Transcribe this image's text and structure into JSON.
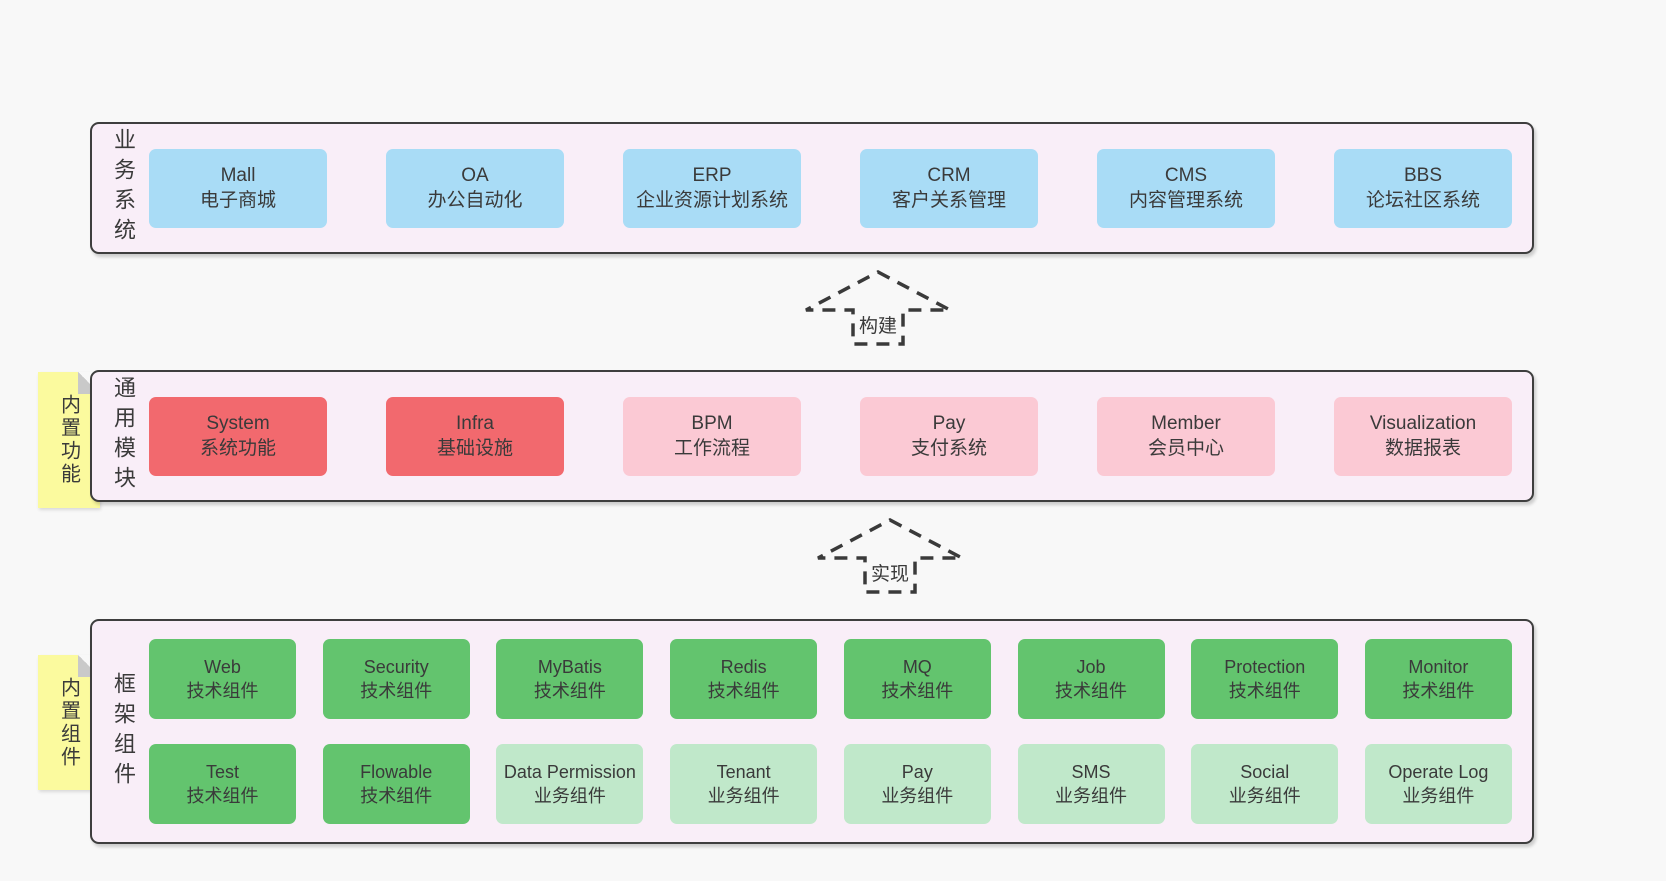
{
  "colors": {
    "page_bg": "#f8f8f8",
    "band_bg": "#f9eef8",
    "band_border": "#3e3e3e",
    "box_text": "#3a3a3a",
    "blue": "#a9dcf6",
    "red": "#f2696e",
    "pink": "#fbc9d4",
    "green": "#63c46e",
    "light_green": "#c0e8ca",
    "sticky_yellow": "#fbfa9e",
    "sticky_fold": "#c9c9c9",
    "arrow": "#3a3a3a"
  },
  "arrows": [
    {
      "label": "构建"
    },
    {
      "label": "实现"
    }
  ],
  "bands": [
    {
      "label": "业务系统",
      "boxes": [
        {
          "title": "Mall",
          "subtitle": "电子商城"
        },
        {
          "title": "OA",
          "subtitle": "办公自动化"
        },
        {
          "title": "ERP",
          "subtitle": "企业资源计划系统"
        },
        {
          "title": "CRM",
          "subtitle": "客户关系管理"
        },
        {
          "title": "CMS",
          "subtitle": "内容管理系统"
        },
        {
          "title": "BBS",
          "subtitle": "论坛社区系统"
        }
      ]
    },
    {
      "label": "通用模块",
      "sticky": "内置功能",
      "boxes": [
        {
          "title": "System",
          "subtitle": "系统功能"
        },
        {
          "title": "Infra",
          "subtitle": "基础设施"
        },
        {
          "title": "BPM",
          "subtitle": "工作流程"
        },
        {
          "title": "Pay",
          "subtitle": "支付系统"
        },
        {
          "title": "Member",
          "subtitle": "会员中心"
        },
        {
          "title": "Visualization",
          "subtitle": "数据报表"
        }
      ]
    },
    {
      "label": "框架组件",
      "sticky": "内置组件",
      "rows": [
        [
          {
            "title": "Web",
            "subtitle": "技术组件"
          },
          {
            "title": "Security",
            "subtitle": "技术组件"
          },
          {
            "title": "MyBatis",
            "subtitle": "技术组件"
          },
          {
            "title": "Redis",
            "subtitle": "技术组件"
          },
          {
            "title": "MQ",
            "subtitle": "技术组件"
          },
          {
            "title": "Job",
            "subtitle": "技术组件"
          },
          {
            "title": "Protection",
            "subtitle": "技术组件"
          },
          {
            "title": "Monitor",
            "subtitle": "技术组件"
          }
        ],
        [
          {
            "title": "Test",
            "subtitle": "技术组件"
          },
          {
            "title": "Flowable",
            "subtitle": "技术组件"
          },
          {
            "title": "Data Permission",
            "subtitle": "业务组件"
          },
          {
            "title": "Tenant",
            "subtitle": "业务组件"
          },
          {
            "title": "Pay",
            "subtitle": "业务组件"
          },
          {
            "title": "SMS",
            "subtitle": "业务组件"
          },
          {
            "title": "Social",
            "subtitle": "业务组件"
          },
          {
            "title": "Operate Log",
            "subtitle": "业务组件"
          }
        ]
      ]
    }
  ]
}
